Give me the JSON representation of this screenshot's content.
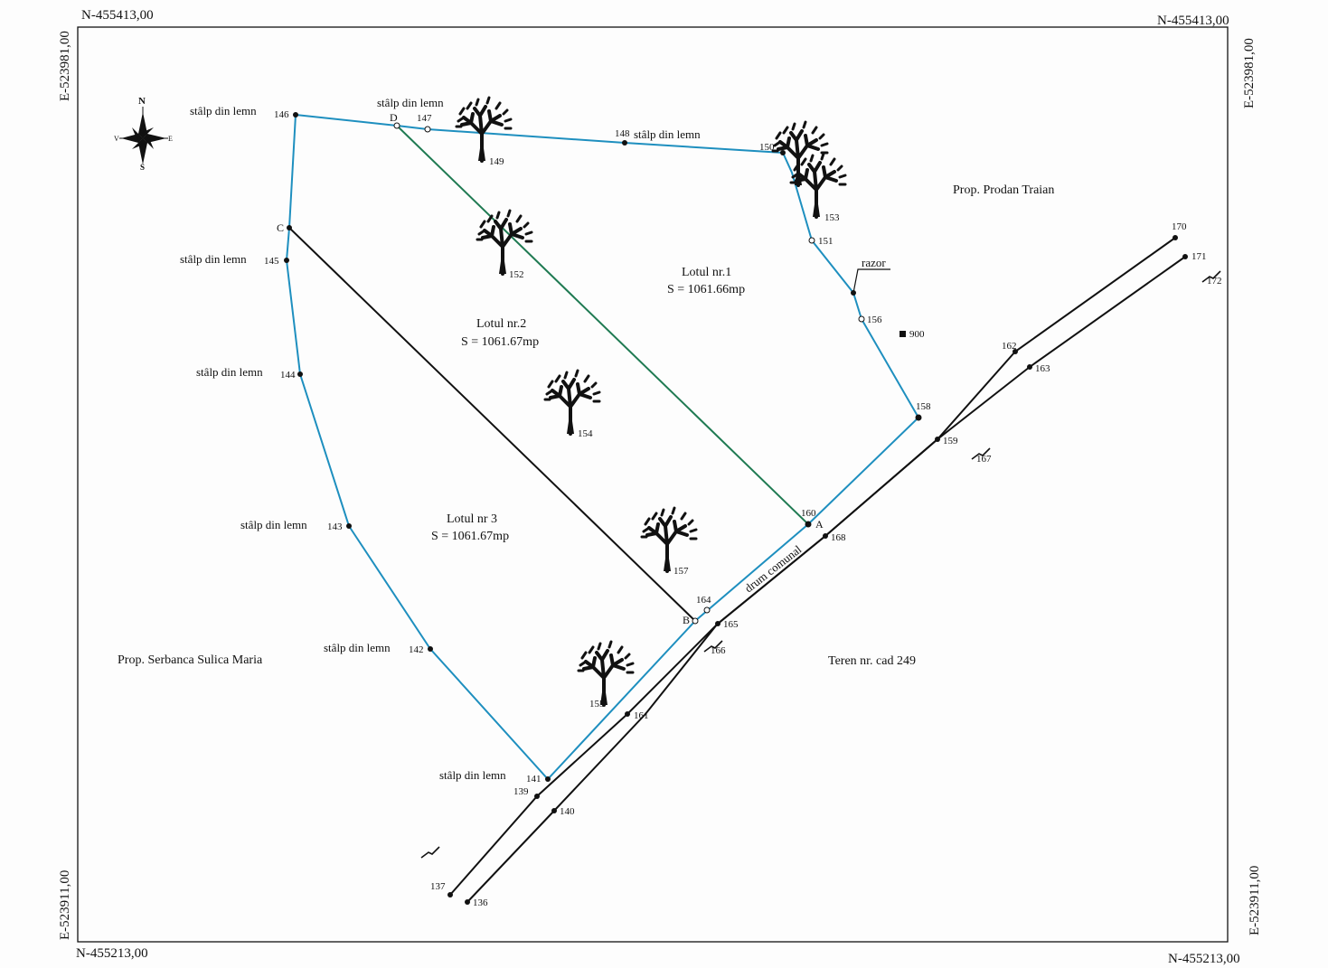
{
  "frame": {
    "n_top_left": "N-455413,00",
    "n_top_right": "N-455413,00",
    "n_bottom_left": "N-455213,00",
    "n_bottom_right": "N-455213,00",
    "e_top_left": "E-523981,00",
    "e_top_right": "E-523981,00",
    "e_bottom_left": "E-523911,00",
    "e_bottom_right": "E-523911,00"
  },
  "compass": {
    "n": "N",
    "s": "S",
    "e": "E",
    "v": "V"
  },
  "colors": {
    "boundary": "#1e8fbf",
    "division": "#1f7a52",
    "road": "#111111",
    "ink": "#111111"
  },
  "lots": [
    {
      "name": "Lotul nr.1",
      "area": "S = 1061.66mp"
    },
    {
      "name": "Lotul nr.2",
      "area": "S = 1061.67mp"
    },
    {
      "name": "Lotul nr 3",
      "area": "S = 1061.67mp"
    }
  ],
  "neighbors": {
    "prodan": "Prop. Prodan Traian",
    "serbanca": "Prop. Serbanca Sulica Maria",
    "teren": "Teren nr. cad 249"
  },
  "road_label": "drum comunal",
  "razor_label": "razor",
  "pole_label": "stâlp din lemn",
  "points": {
    "p136": "136",
    "p137": "137",
    "p139": "139",
    "p140": "140",
    "p141": "141",
    "p142": "142",
    "p143": "143",
    "p144": "144",
    "p145": "145",
    "p146": "146",
    "p147": "147",
    "p148": "148",
    "p149": "149",
    "p150": "150",
    "p151": "151",
    "p152": "152",
    "p153": "153",
    "p154": "154",
    "p155": "155",
    "p156": "156",
    "p157": "157",
    "p158": "158",
    "p159": "159",
    "p160": "160",
    "p161": "161",
    "p162": "162",
    "p163": "163",
    "p164": "164",
    "p165": "165",
    "p166": "166",
    "p167": "167",
    "p168": "168",
    "p170": "170",
    "p171": "171",
    "p172": "172",
    "p900": "900"
  },
  "letters": {
    "a": "A",
    "b": "B",
    "c": "C",
    "d": "D"
  }
}
